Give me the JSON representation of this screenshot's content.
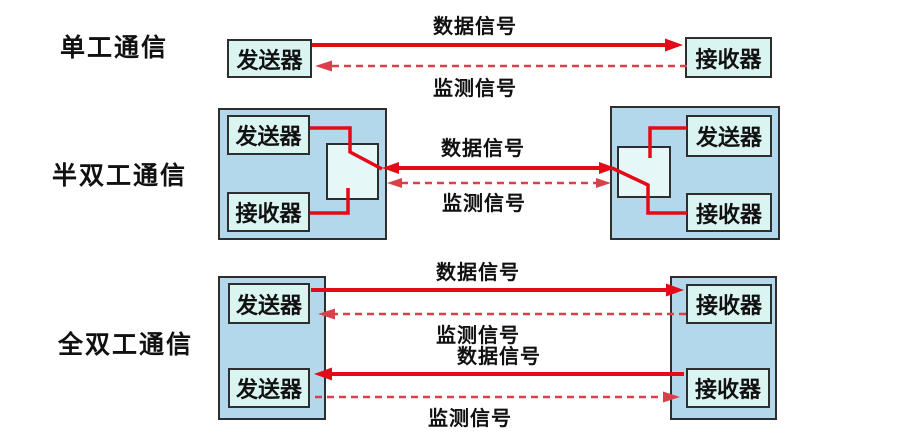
{
  "colors": {
    "station_fill": "#b3d8ec",
    "device_fill": "#daf4f1",
    "switch_fill": "#e6f7f7",
    "box_border": "#2e2e2e",
    "data_signal_red": "#e30b17",
    "monitor_signal_red": "#d8404a",
    "text": "#111111",
    "background": "#ffffff"
  },
  "simplex": {
    "label": "单工通信",
    "transmitter": "发送器",
    "receiver": "接收器",
    "data_signal": "数据信号",
    "monitor_signal": "监测信号"
  },
  "half_duplex": {
    "label": "半双工通信",
    "left": {
      "transmitter": "发送器",
      "receiver": "接收器"
    },
    "right": {
      "transmitter": "发送器",
      "receiver": "接收器"
    },
    "data_signal": "数据信号",
    "monitor_signal": "监测信号"
  },
  "full_duplex": {
    "label": "全双工通信",
    "left": {
      "top_device": "发送器",
      "bottom_device": "发送器"
    },
    "right": {
      "top_device": "接收器",
      "bottom_device": "接收器"
    },
    "data_signal_top": "数据信号",
    "monitor_signal_top": "监测信号",
    "data_signal_bottom": "数据信号",
    "monitor_signal_bottom": "监测信号"
  }
}
